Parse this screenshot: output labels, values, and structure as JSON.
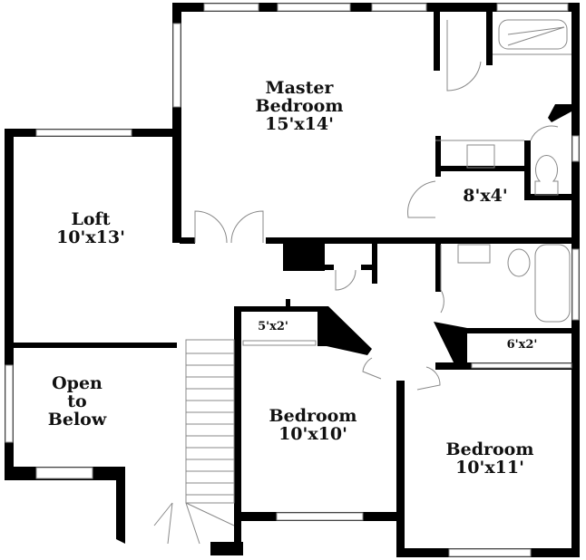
{
  "rooms": {
    "master": {
      "name": "Master",
      "name2": "Bedroom",
      "size": "15'x14'"
    },
    "loft": {
      "name": "Loft",
      "size": "10'x13'"
    },
    "open": {
      "line1": "Open",
      "line2": "to",
      "line3": "Below"
    },
    "bath_hall": {
      "size": "8'x4'"
    },
    "bedroom2": {
      "name": "Bedroom",
      "size": "10'x10'"
    },
    "bedroom3": {
      "name": "Bedroom",
      "size": "10'x11'"
    },
    "closet2": {
      "size": "5'x2'"
    },
    "closet3": {
      "size": "6'x2'"
    }
  },
  "colors": {
    "wall": "#000000",
    "fixture": "#888888",
    "background": "#ffffff"
  }
}
